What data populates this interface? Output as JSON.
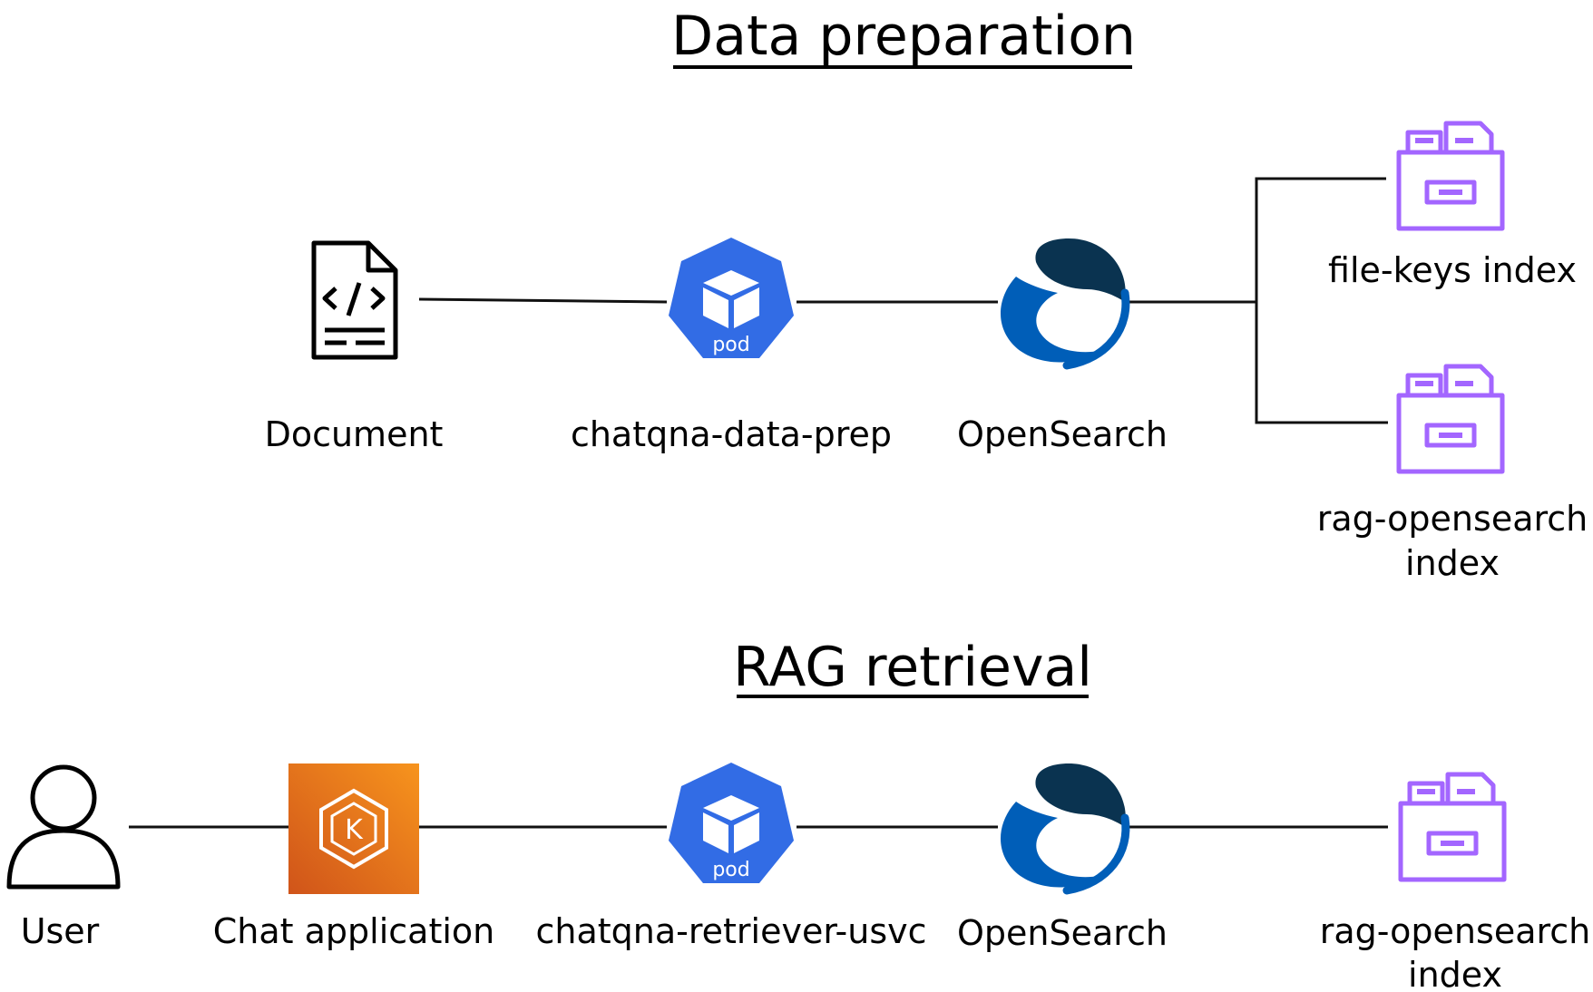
{
  "sections": {
    "data_prep": {
      "title": "Data preparation",
      "document_label": "Document",
      "pod_label": "chatqna-data-prep",
      "pod_badge": "pod",
      "opensearch_label": "OpenSearch",
      "index_top_label": "file-keys index",
      "index_bottom_label_line1": "rag-opensearch",
      "index_bottom_label_line2": "index"
    },
    "rag": {
      "title": "RAG retrieval",
      "user_label": "User",
      "app_label": "Chat application",
      "app_badge": "K",
      "pod_label": "chatqna-retriever-usvc",
      "pod_badge": "pod",
      "opensearch_label": "OpenSearch",
      "index_label_line1": "rag-opensearch",
      "index_label_line2": "index"
    }
  },
  "colors": {
    "pod_blue": "#326ce5",
    "opensearch_dark": "#0a3350",
    "opensearch_blue": "#005eb8",
    "index_purple": "#a366ff",
    "eks_orange_top": "#f7941d",
    "eks_orange_bottom": "#d0541a"
  },
  "icons": {
    "document": "document-code-icon",
    "pod": "kubernetes-pod-icon",
    "opensearch": "opensearch-logo-icon",
    "index": "index-cabinet-icon",
    "user": "user-icon",
    "app": "eks-icon"
  }
}
